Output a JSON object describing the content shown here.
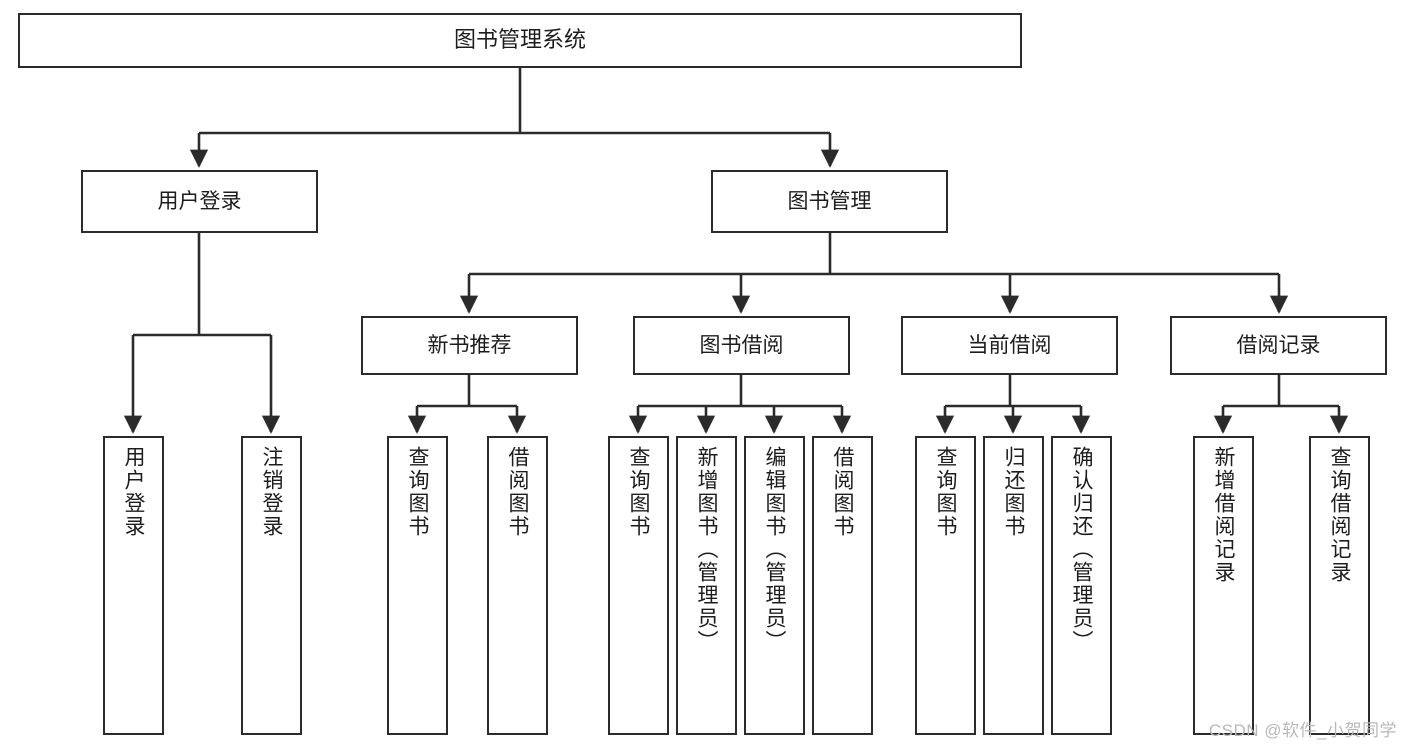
{
  "diagram": {
    "title": "图书管理系统",
    "type": "tree",
    "colors": {
      "stroke": "#2b2b2b",
      "fill": "#ffffff",
      "text": "#1d1d1d",
      "watermark": "#b9b9b9",
      "background": "#ffffff"
    },
    "watermark": "CSDN @软件_小贺同学",
    "nodes": {
      "root": {
        "label": "图书管理系统"
      },
      "level2": [
        {
          "label": "用户登录"
        },
        {
          "label": "图书管理"
        }
      ],
      "level3": [
        {
          "label": "新书推荐"
        },
        {
          "label": "图书借阅"
        },
        {
          "label": "当前借阅"
        },
        {
          "label": "借阅记录"
        }
      ],
      "leaves_user_login": [
        {
          "label": "用户登录"
        },
        {
          "label": "注销登录"
        }
      ],
      "leaves_new_books": [
        {
          "label": "查询图书"
        },
        {
          "label": "借阅图书"
        }
      ],
      "leaves_borrow": [
        {
          "label": "查询图书"
        },
        {
          "label": "新增图书（管理员）"
        },
        {
          "label": "编辑图书（管理员）"
        },
        {
          "label": "借阅图书"
        }
      ],
      "leaves_current": [
        {
          "label": "查询图书"
        },
        {
          "label": "归还图书"
        },
        {
          "label": "确认归还（管理员）"
        }
      ],
      "leaves_records": [
        {
          "label": "新增借阅记录"
        },
        {
          "label": "查询借阅记录"
        }
      ]
    }
  }
}
